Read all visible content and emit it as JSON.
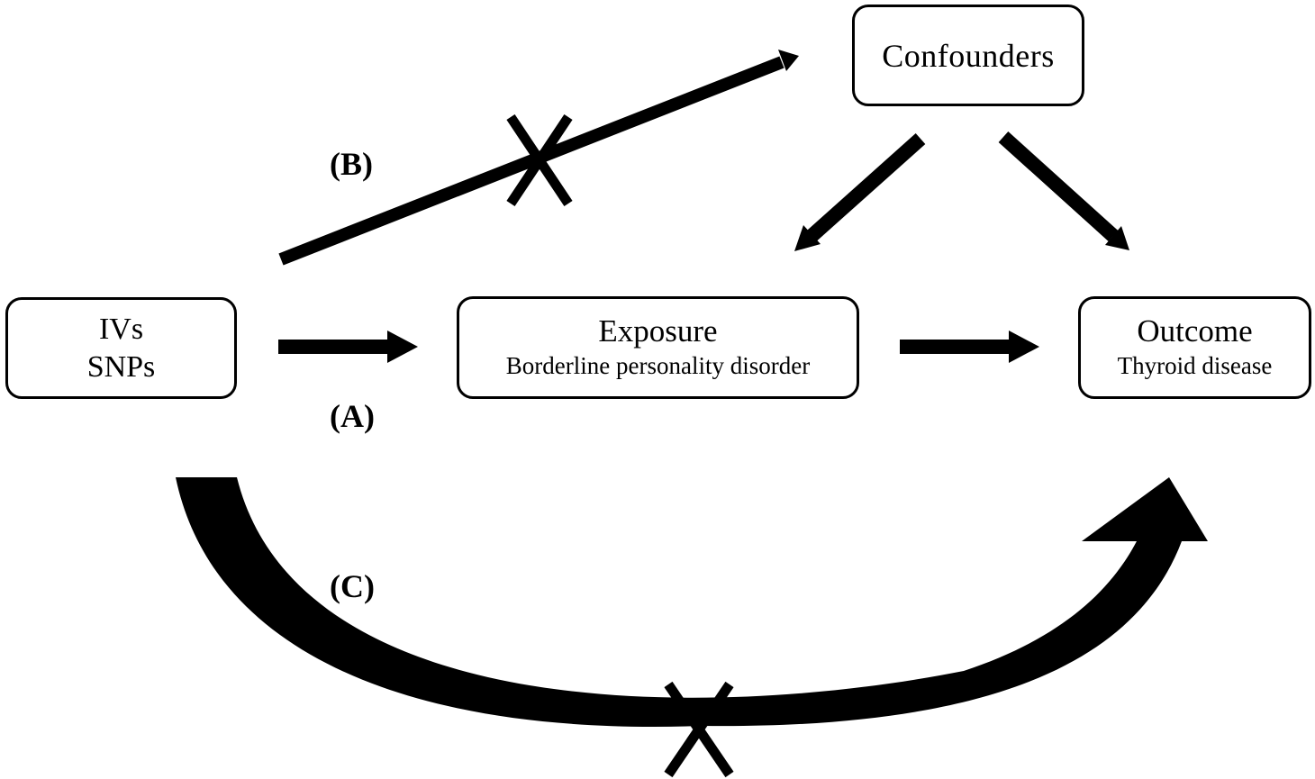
{
  "nodes": {
    "ivs": {
      "line1": "IVs",
      "line2": "SNPs"
    },
    "exposure": {
      "title": "Exposure",
      "subtitle": "Borderline personality disorder"
    },
    "outcome": {
      "title": "Outcome",
      "subtitle": "Thyroid disease"
    },
    "confounders": {
      "title": "Confounders"
    }
  },
  "paths": {
    "a": {
      "label": "(A)"
    },
    "b": {
      "label": "(B)"
    },
    "c": {
      "label": "(C)"
    }
  },
  "colors": {
    "ink": "#000000",
    "background": "#ffffff"
  }
}
